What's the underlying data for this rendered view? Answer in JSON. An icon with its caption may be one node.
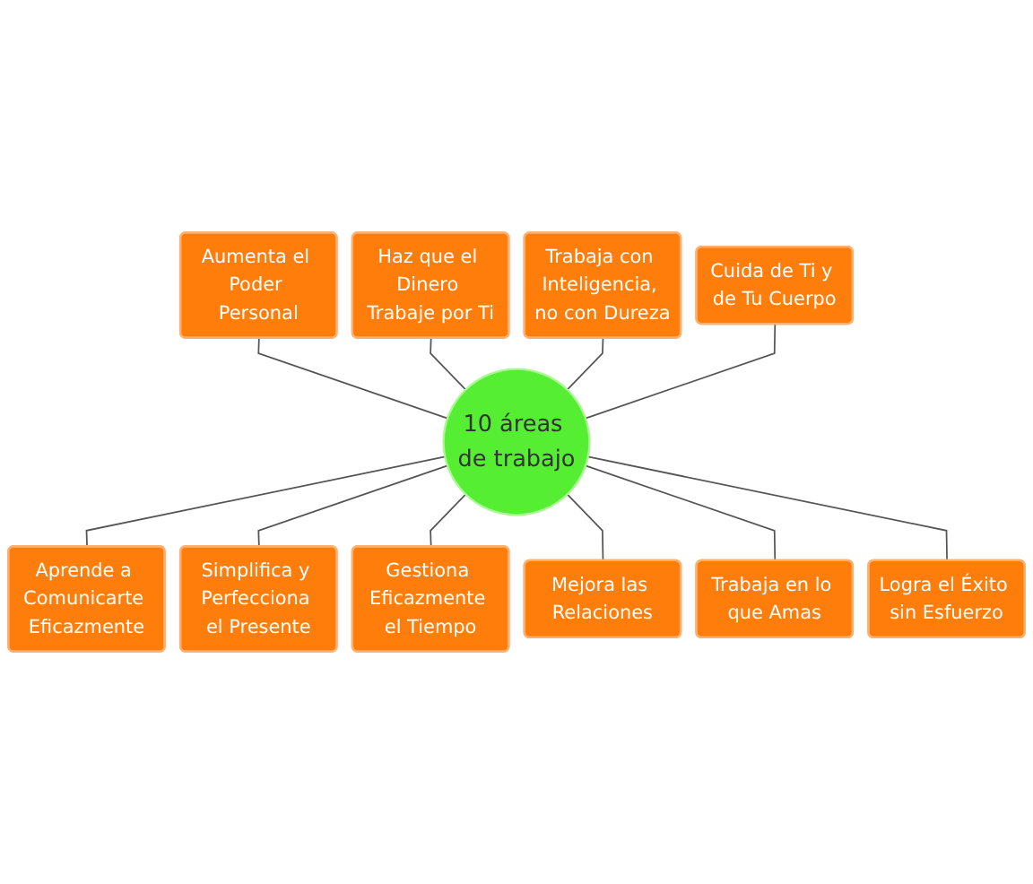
{
  "diagram": {
    "nodes": [
      {
        "text": [
          "Aumenta el Poder Personal"
        ]
      },
      {
        "text": [
          "Haz que el Dinero Trabaje por Ti"
        ]
      },
      {
        "text": [
          "Trabaja con Inteligencia, no con Dureza"
        ]
      },
      {
        "text": [
          "Cuida de Ti y de Tu Cuerpo"
        ]
      },
      {
        "text": [
          "10 áreas de trabajo"
        ]
      },
      {
        "text": [
          "Aprende a Comunicarte Eficazmente"
        ]
      },
      {
        "text": [
          "Simplifica y Perfecciona el Presente"
        ]
      },
      {
        "text": [
          "Gestiona Eficazmente el Tiempo"
        ]
      },
      {
        "text": [
          "Mejora las Relaciones"
        ]
      },
      {
        "text": [
          "Trabaja en lo que Amas"
        ]
      },
      {
        "text": [
          "Logra el Éxito sin Esfuerzo"
        ]
      }
    ],
    "edges": [
      {
        "from": 4,
        "to": 0,
        "arrow": "none"
      },
      {
        "from": 4,
        "to": 1,
        "arrow": "none"
      },
      {
        "from": 4,
        "to": 2,
        "arrow": "none"
      },
      {
        "from": 4,
        "to": 3,
        "arrow": "none"
      },
      {
        "from": 4,
        "to": 5,
        "arrow": "none"
      },
      {
        "from": 4,
        "to": 6,
        "arrow": "none"
      },
      {
        "from": 4,
        "to": 7,
        "arrow": "none"
      },
      {
        "from": 4,
        "to": 8,
        "arrow": "none"
      },
      {
        "from": 4,
        "to": 9,
        "arrow": "none"
      },
      {
        "from": 4,
        "to": 10,
        "arrow": "none"
      }
    ]
  }
}
